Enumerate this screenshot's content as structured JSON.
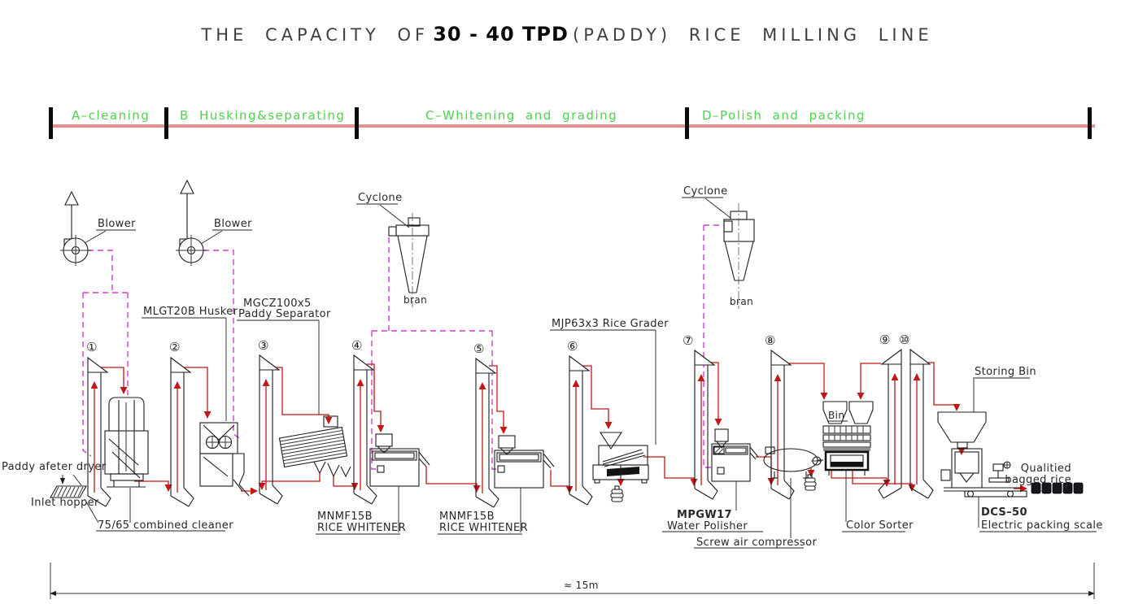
{
  "title": {
    "prefix": "THE CAPACITY OF",
    "capacity": "30 - 40 TPD",
    "suffix": "(PADDY) RICE MILLING LINE"
  },
  "sections": [
    {
      "label": "A–cleaning"
    },
    {
      "label": "B Husking&separating"
    },
    {
      "label": "C–Whitening and grading"
    },
    {
      "label": "D–Polish and packing"
    }
  ],
  "stages": [
    "①",
    "②",
    "③",
    "④",
    "⑤",
    "⑥",
    "⑦",
    "⑧",
    "⑨",
    "⑩"
  ],
  "labels": {
    "blower1": "Blower",
    "blower2": "Blower",
    "cyclone1": "Cyclone",
    "cyclone2": "Cyclone",
    "bran1": "bran",
    "bran2": "bran",
    "husker": "MLGT20B Husker",
    "separator_line1": "MGCZ100x5",
    "separator_line2": "Paddy Separator",
    "grader": "MJP63x3 Rice Grader",
    "paddy_dryer": "Paddy afeter dryer",
    "inlet_hopper": "Inlet hopper",
    "cleaner": "75/65 combined cleaner",
    "whitener_model": "MNMF15B",
    "whitener_name": "RICE WHITENER",
    "polisher_model": "MPGW17",
    "polisher_name": "Water Polisher",
    "compressor": "Screw air compressor",
    "color_sorter": "Color Sorter",
    "bin": "Bin",
    "storing_bin": "Storing Bin",
    "qualitied_line1": "Qualitied",
    "qualitied_line2": "bagged rice",
    "scale_model": "DCS–50",
    "scale_name": "Electric packing scale"
  },
  "dimension": {
    "span": "≈ 15m"
  },
  "colors": {
    "section_line": "#e98f8f",
    "section_label": "#4fd24f",
    "process_line": "#c21717",
    "aspiration_line": "#cf3fcf"
  }
}
